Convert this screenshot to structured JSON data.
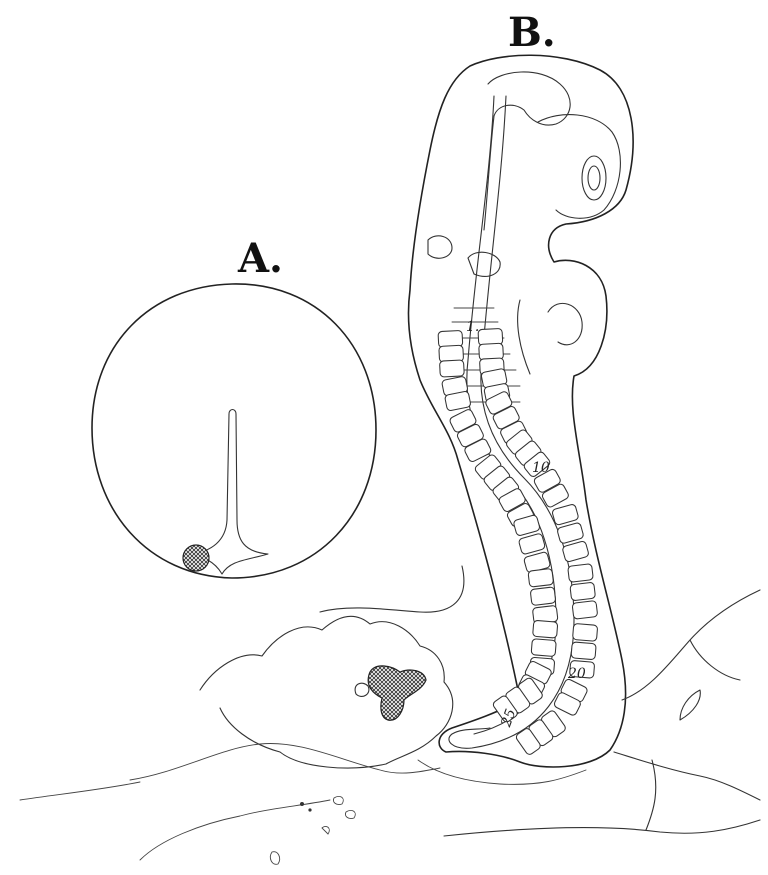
{
  "figure": {
    "panel_a": {
      "label": "A."
    },
    "panel_b": {
      "label": "B.",
      "somite_labels": [
        "1.",
        "10",
        "20",
        "25"
      ]
    }
  },
  "colors": {
    "ink": "#222222",
    "background": "#ffffff"
  }
}
